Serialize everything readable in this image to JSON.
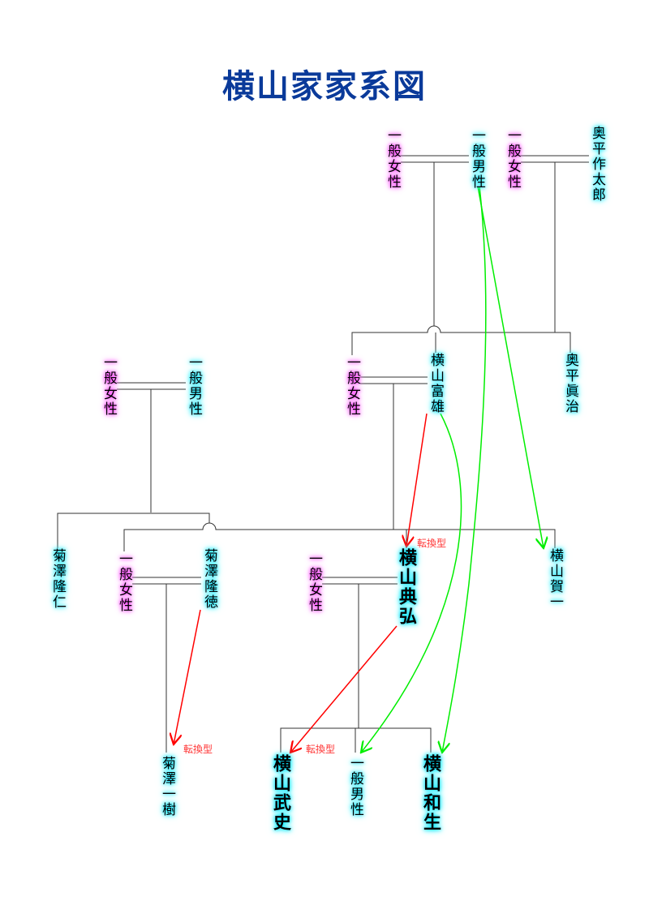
{
  "title": "横山家家系図",
  "people": [
    {
      "name": "一般女性",
      "sex": "female"
    },
    {
      "name": "一般男性",
      "sex": "male"
    },
    {
      "name": "一般女性",
      "sex": "female"
    },
    {
      "name": "奥平作太郎",
      "sex": "male"
    },
    {
      "name": "一般女性",
      "sex": "female"
    },
    {
      "name": "横山富雄",
      "sex": "male"
    },
    {
      "name": "奥平眞治",
      "sex": "male"
    },
    {
      "name": "一般女性",
      "sex": "female"
    },
    {
      "name": "一般男性",
      "sex": "male"
    },
    {
      "name": "菊澤隆仁",
      "sex": "male"
    },
    {
      "name": "一般女性",
      "sex": "female"
    },
    {
      "name": "菊澤隆徳",
      "sex": "male"
    },
    {
      "name": "一般女性",
      "sex": "female"
    },
    {
      "name": "横山典弘",
      "sex": "male"
    },
    {
      "name": "横山賀一",
      "sex": "male"
    },
    {
      "name": "菊澤一樹",
      "sex": "male"
    },
    {
      "name": "横山武史",
      "sex": "male"
    },
    {
      "name": "一般男性",
      "sex": "male"
    },
    {
      "name": "横山和生",
      "sex": "male"
    }
  ],
  "labels": {
    "conversion": "転換型"
  },
  "colors": {
    "title": "#0a3a9a",
    "male_glow": "#00e5ff",
    "female_glow": "#ff00ff",
    "red_arrow": "#ff0000",
    "green_arrow": "#00ee00"
  }
}
